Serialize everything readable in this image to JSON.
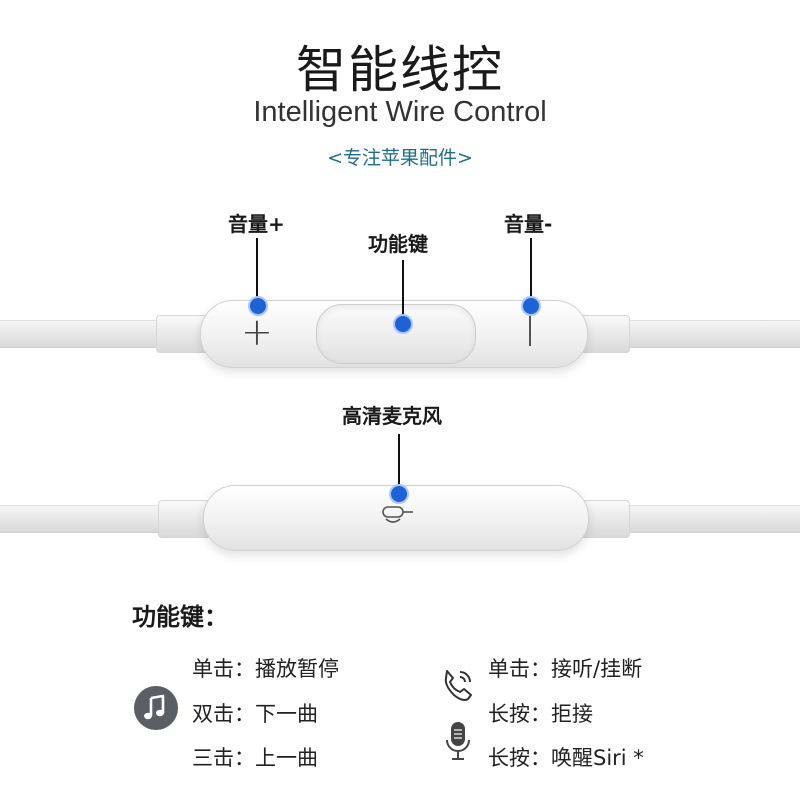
{
  "header": {
    "title": "智能线控",
    "subtitle": "Intelligent Wire Control",
    "tagline": "<专注苹果配件>"
  },
  "callouts": {
    "volume_up": "音量+",
    "function_key": "功能键",
    "volume_down": "音量-",
    "microphone": "高清麦克风"
  },
  "remote_symbols": {
    "plus": "+",
    "minus": "|"
  },
  "functions": {
    "title": "功能键：",
    "music": [
      "单击：播放暂停",
      "双击：下一曲",
      "三击：上一曲"
    ],
    "phone": [
      "单击：接听/挂断",
      "长按：拒接"
    ],
    "siri": "长按：唤醒Siri  *"
  },
  "colors": {
    "accent_dot": "#1e63d6",
    "tagline": "#1f6f86"
  },
  "icons": [
    "music-note-icon",
    "phone-icon",
    "microphone-icon",
    "mic-hole-icon"
  ]
}
